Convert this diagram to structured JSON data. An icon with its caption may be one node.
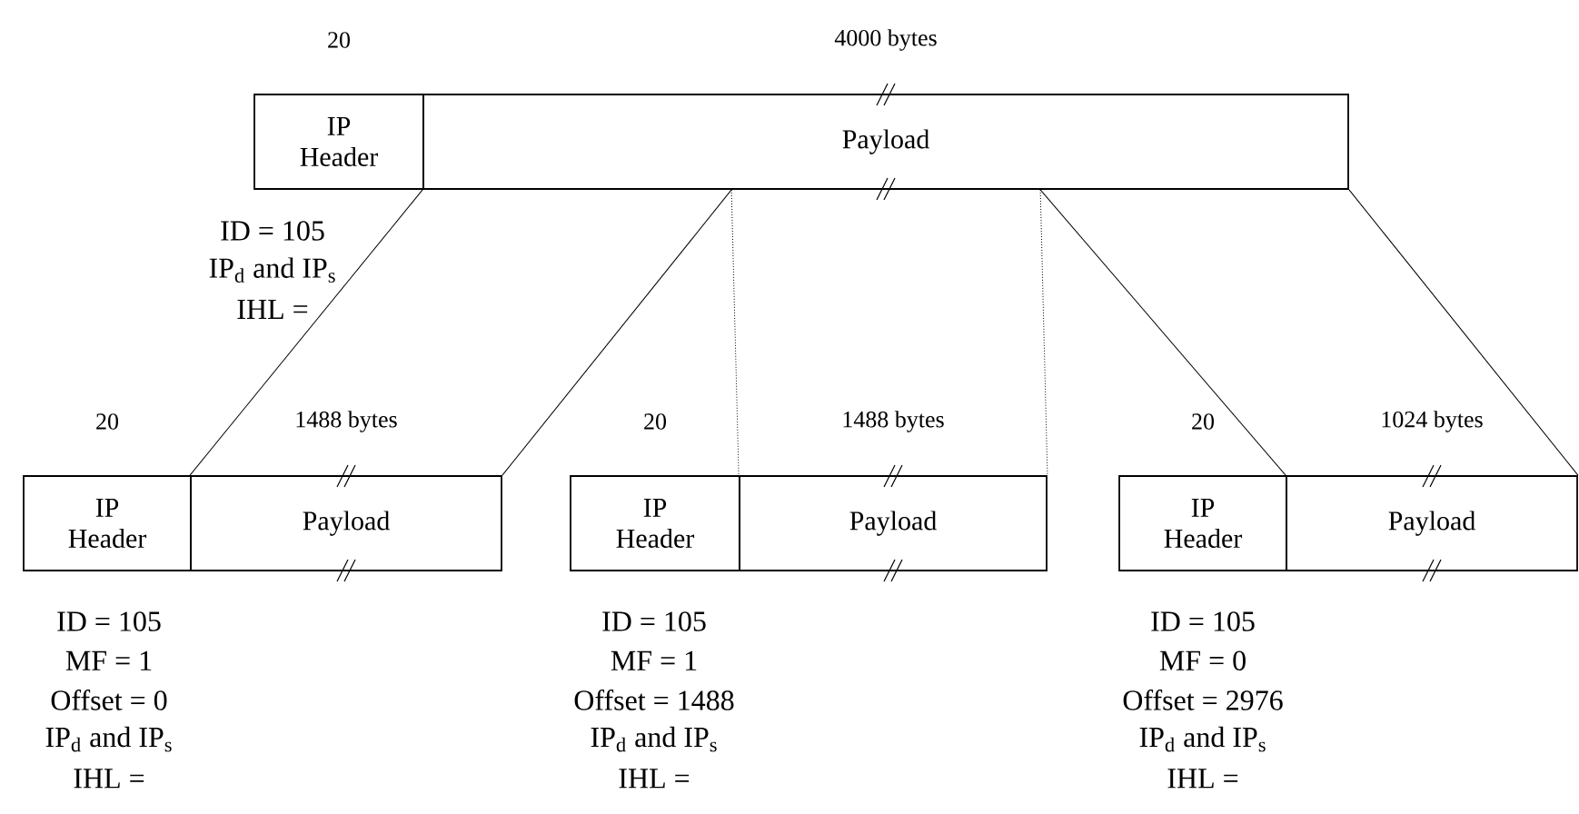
{
  "diagram": {
    "nodes": [
      {
        "text": [
          "IP Header"
        ],
        "beside": [
          "20",
          "ID = 105",
          "IP$_{d}$ and IP$_{s}$",
          "IHL ="
        ]
      },
      {
        "text": [
          "Payload"
        ],
        "beside": [
          "4000 bytes"
        ]
      },
      {
        "text": [
          "IP Header"
        ],
        "beside": [
          "20",
          "ID = 105",
          "MF = 1",
          "Offset = 0",
          "IP$_{d}$ and IP$_{s}$",
          "IHL ="
        ]
      },
      {
        "text": [
          "Payload"
        ],
        "beside": [
          "1488 bytes"
        ]
      },
      {
        "text": [
          "IP Header"
        ],
        "beside": [
          "20",
          "ID = 105",
          "MF = 1",
          "Offset = 1488",
          "IP$_{d}$ and IP$_{s}$",
          "IHL ="
        ]
      },
      {
        "text": [
          "Payload"
        ],
        "beside": [
          "1488 bytes"
        ]
      },
      {
        "text": [
          "IP Header"
        ],
        "beside": [
          "20",
          "ID = 105",
          "MF = 0",
          "Offset = 2976",
          "IP$_{d}$ and IP$_{s}$",
          "IHL ="
        ]
      },
      {
        "text": [
          "Payload"
        ],
        "beside": [
          "1024 bytes"
        ]
      }
    ],
    "edges": [
      {
        "from": 1,
        "to": 3,
        "arrow": "none"
      },
      {
        "from": 1,
        "to": 3,
        "arrow": "none"
      },
      {
        "from": 1,
        "to": 5,
        "arrow": "none",
        "style": "dashed"
      },
      {
        "from": 1,
        "to": 5,
        "arrow": "none",
        "style": "dashed"
      },
      {
        "from": 1,
        "to": 7,
        "arrow": "none"
      },
      {
        "from": 1,
        "to": 7,
        "arrow": "none"
      }
    ]
  }
}
